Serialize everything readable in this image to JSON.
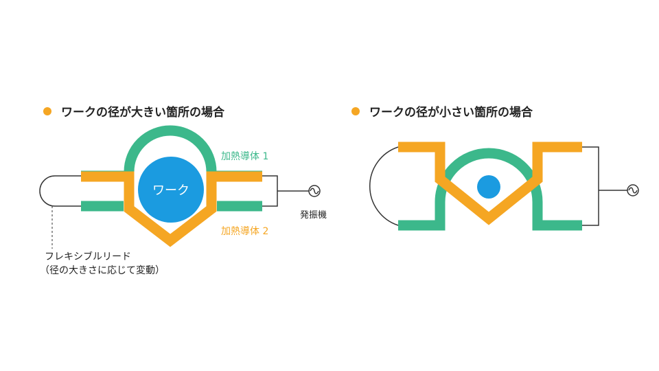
{
  "colors": {
    "orange": "#f5a623",
    "green": "#3cb88b",
    "blue": "#1b9be0",
    "line": "#333333",
    "text": "#222222"
  },
  "left_panel": {
    "title": "ワークの径が大きい箇所の場合",
    "work_label": "ワーク",
    "conductor1_label": "加熱導体 1",
    "conductor2_label": "加熱導体 2",
    "oscillator_label": "発振機",
    "lead_label_line1": "フレキシブルリード",
    "lead_label_line2": "（径の大きさに応じて変動）"
  },
  "right_panel": {
    "title": "ワークの径が小さい箇所の場合"
  }
}
